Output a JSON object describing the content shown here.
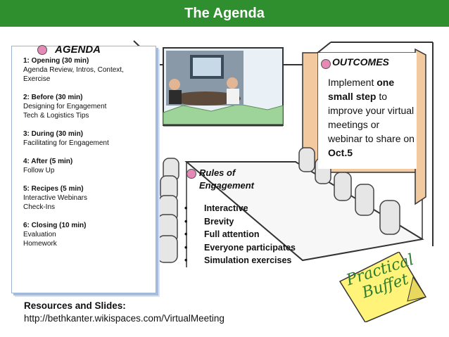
{
  "header": {
    "title": "The Agenda"
  },
  "agenda": {
    "title": "AGENDA",
    "items": [
      {
        "heading": "1: Opening (30 min)",
        "lines": [
          "Agenda Review, Intros,  Context,",
          "Exercise"
        ]
      },
      {
        "heading": "2: Before (30 min)",
        "lines": [
          "Designing for Engagement",
          "Tech & Logistics Tips"
        ]
      },
      {
        "heading": "3: During (30 min)",
        "lines": [
          "Facilitating for Engagement"
        ]
      },
      {
        "heading": "4: After (5 min)",
        "lines": [
          "Follow Up"
        ]
      },
      {
        "heading": "5: Recipes (5 min)",
        "lines": [
          "Interactive Webinars",
          "Check-Ins"
        ]
      },
      {
        "heading": "6: Closing (10 min)",
        "lines": [
          "Evaluation",
          "Homework"
        ]
      }
    ]
  },
  "outcomes": {
    "title": "OUTCOMES",
    "t1": "Implement ",
    "b1": "one small step",
    "t2": " to improve your virtual meetings or webinar to share on ",
    "b2": "Oct.5"
  },
  "rules": {
    "title_line1": "Rules of",
    "title_line2": "Engagement",
    "bullet": "•",
    "items": [
      "Interactive",
      "Brevity",
      "Full attention",
      "Everyone participates",
      "Simulation exercises"
    ]
  },
  "resources": {
    "label": "Resources and Slides:",
    "url": "http://bethkanter.wikispaces.com/VirtualMeeting"
  },
  "note": {
    "line1": "Practical",
    "line2": "Buffet"
  },
  "colors": {
    "header_bg": "#2f8f2f",
    "pin": "#e58ab6",
    "note_bg": "#fff37a",
    "note_text": "#2e7d2e"
  }
}
